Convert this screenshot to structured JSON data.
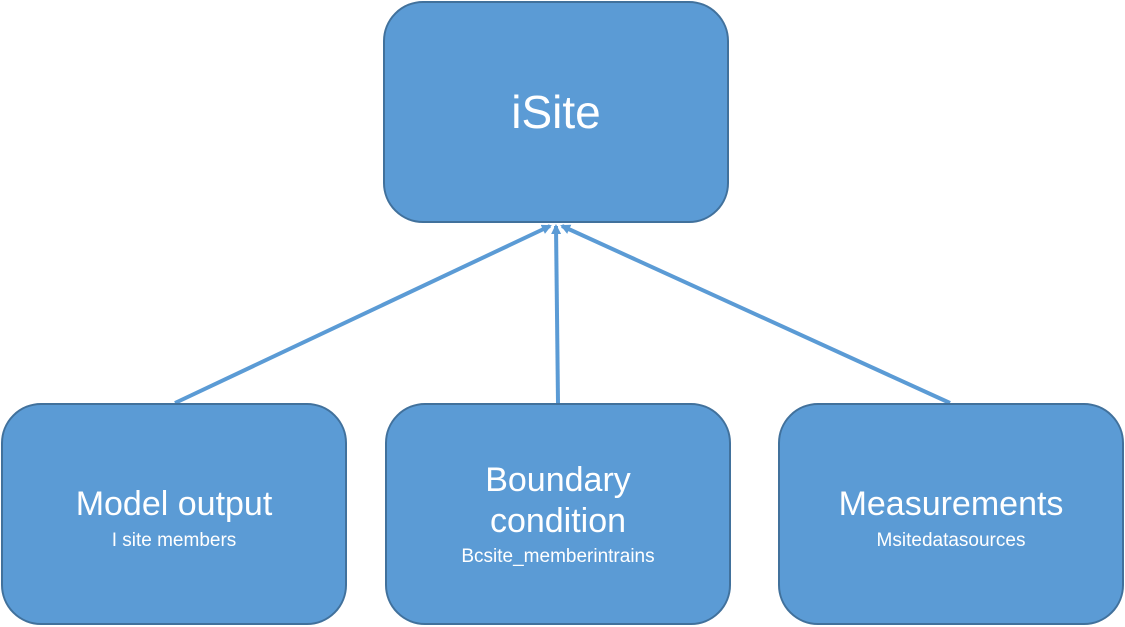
{
  "diagram": {
    "root": {
      "label": "iSite"
    },
    "children": [
      {
        "id": "model",
        "label": "Model output",
        "sublabel": "I site members"
      },
      {
        "id": "boundary",
        "label": "Boundary condition",
        "sublabel": "Bcsite_memberintrains"
      },
      {
        "id": "measurements",
        "label": "Measurements",
        "sublabel": "Msitedatasources"
      }
    ],
    "edges": [
      {
        "from": "model",
        "to": "root"
      },
      {
        "from": "boundary",
        "to": "root"
      },
      {
        "from": "measurements",
        "to": "root"
      }
    ],
    "colors": {
      "node_fill": "#5b9bd5",
      "node_border": "#41719c",
      "edge": "#5b9bd5",
      "text": "#ffffff"
    }
  }
}
